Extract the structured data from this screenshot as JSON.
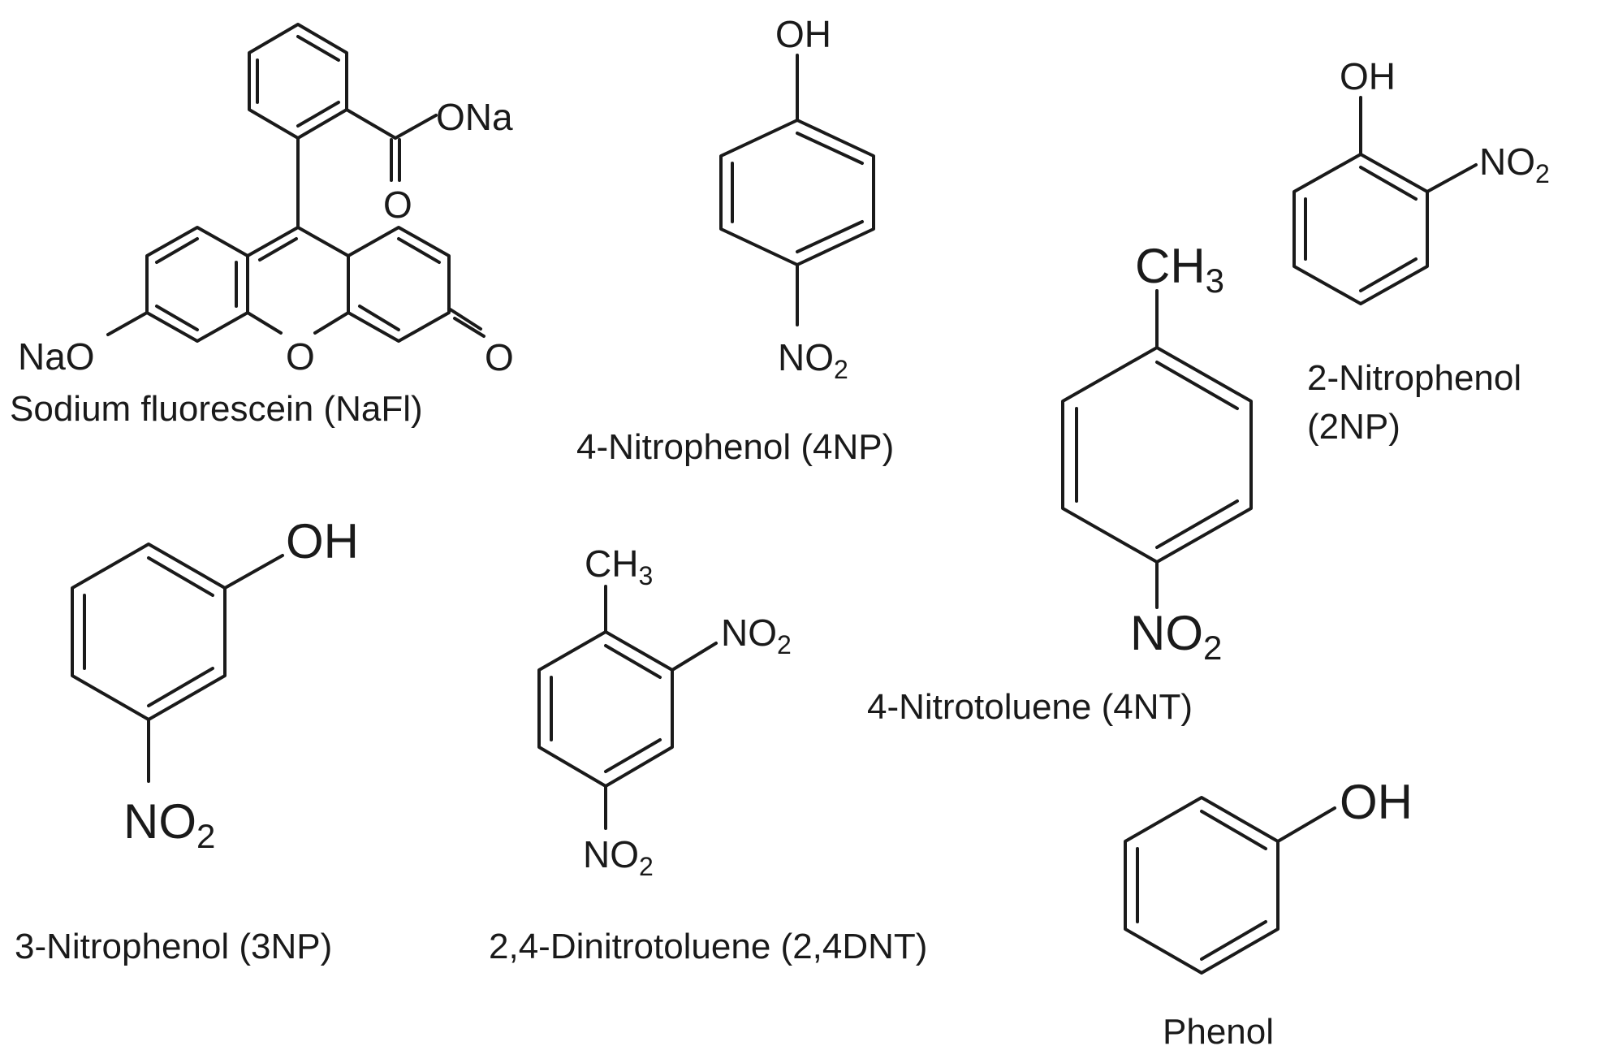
{
  "colors": {
    "ink": "#1a1a1a",
    "background": "#ffffff"
  },
  "compounds": [
    {
      "name": "Sodium fluorescein (NaFl)",
      "atoms": {
        "carboxylate": "ONa",
        "carbonyl_o": "O",
        "ring_o": "O",
        "phenolate": "NaO",
        "ketone_o": "O"
      }
    },
    {
      "name": "4-Nitrophenol (4NP)",
      "atoms": {
        "hydroxyl": "OH",
        "nitro_main": "NO",
        "nitro_sub": "2"
      }
    },
    {
      "name_line1": "2-Nitrophenol",
      "name_line2": "(2NP)",
      "atoms": {
        "hydroxyl": "OH",
        "nitro_main": "NO",
        "nitro_sub": "2"
      }
    },
    {
      "name": "4-Nitrotoluene (4NT)",
      "atoms": {
        "methyl_main": "CH",
        "methyl_sub": "3",
        "nitro_main": "NO",
        "nitro_sub": "2"
      }
    },
    {
      "name": "3-Nitrophenol (3NP)",
      "atoms": {
        "hydroxyl": "OH",
        "nitro_main": "NO",
        "nitro_sub": "2"
      }
    },
    {
      "name": "2,4-Dinitrotoluene (2,4DNT)",
      "atoms": {
        "methyl_main": "CH",
        "methyl_sub": "3",
        "nitro2_main": "NO",
        "nitro2_sub": "2",
        "nitro4_main": "NO",
        "nitro4_sub": "2"
      }
    },
    {
      "name": "Phenol",
      "atoms": {
        "hydroxyl": "OH"
      }
    }
  ]
}
